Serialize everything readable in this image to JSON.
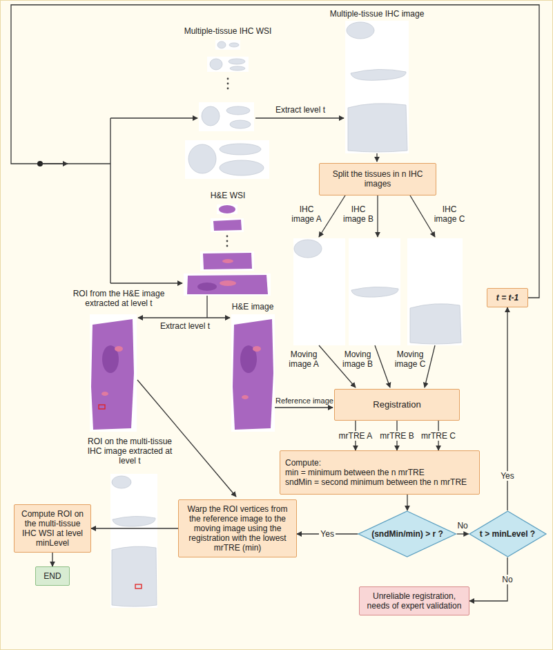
{
  "diagram": {
    "nodes": [
      {
        "text": [
          "Split the tissues in n IHC images"
        ]
      },
      {
        "text": [
          "Registration"
        ]
      },
      {
        "text": [
          "Compute:",
          "min = minimum between the n mrTRE",
          "sndMin = second minimum between the n mrTRE"
        ]
      },
      {
        "text": [
          "t = t-1"
        ]
      },
      {
        "text": [
          "(sndMin/min) > r ?"
        ]
      },
      {
        "text": [
          "t > minLevel ?"
        ]
      },
      {
        "text": [
          "Warp the ROI vertices from the reference image to the moving image using the registration with the lowest mrTRE (min)"
        ]
      },
      {
        "text": [
          "Compute ROI on the multi-tissue IHC WSI at level minLevel"
        ]
      },
      {
        "text": [
          "Unreliable registration, needs of expert validation"
        ]
      },
      {
        "text": [
          "END"
        ]
      }
    ],
    "edges": [
      {
        "from": 1,
        "to": 2,
        "arrow": "to",
        "label": "mrTRE A"
      },
      {
        "from": 1,
        "to": 2,
        "arrow": "to",
        "label": "mrTRE B"
      },
      {
        "from": 1,
        "to": 2,
        "arrow": "to",
        "label": "mrTRE C"
      },
      {
        "from": 2,
        "to": 4,
        "arrow": "to"
      },
      {
        "from": 4,
        "to": 6,
        "arrow": "to",
        "label": "Yes"
      },
      {
        "from": 4,
        "to": 5,
        "arrow": "to",
        "label": "No"
      },
      {
        "from": 5,
        "to": 3,
        "arrow": "to",
        "label": "Yes"
      },
      {
        "from": 5,
        "to": 8,
        "arrow": "to",
        "label": "No"
      },
      {
        "from": 6,
        "to": 7,
        "arrow": "to"
      },
      {
        "from": 7,
        "to": 9,
        "arrow": "to"
      }
    ],
    "labels": [
      "Multiple-tissue IHC image",
      "Multiple-tissue IHC WSI",
      "Extract level t",
      "H&E WSI",
      "IHC image A",
      "IHC image B",
      "IHC image C",
      "ROI from the H&E image extracted at level t",
      "H&E image",
      "Extract level t",
      "Moving image A",
      "Moving image B",
      "Moving image C",
      "Reference image",
      "ROI on the multi-tissue IHC image extracted at level t"
    ]
  }
}
